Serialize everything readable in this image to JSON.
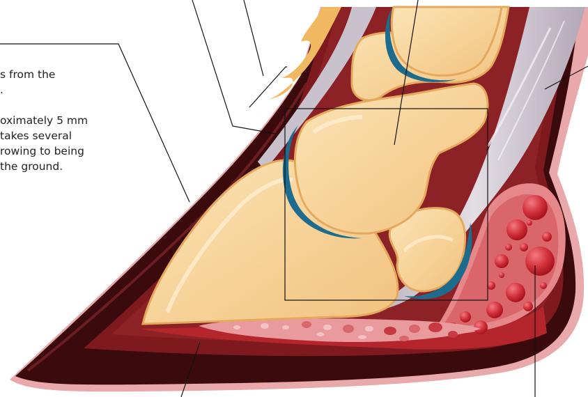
{
  "caption": {
    "paragraph_1": [
      "s from the",
      "."
    ],
    "paragraph_2": [
      "oximately 5 mm",
      " takes several",
      "rowing to being",
      "  the ground."
    ]
  },
  "colors": {
    "hoof_wall": "#3a0a0c",
    "hoof_edge": "#c98a8c",
    "laminae": "#8a1f22",
    "bone": "#f7d59c",
    "bone_shadow": "#e9b66e",
    "cartilage": "#1d6c8e",
    "tendon": "#c9c1cc",
    "frog_cushion": "#c4333c",
    "sole_cushion": "#e89a9c",
    "hair": "#f0b860"
  }
}
